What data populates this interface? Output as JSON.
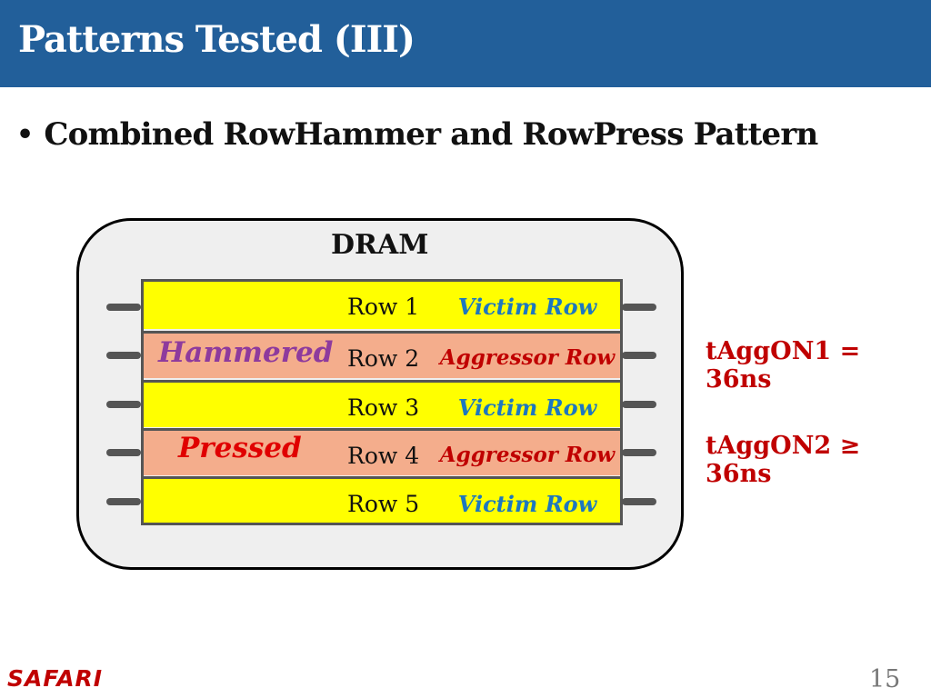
{
  "slide": {
    "title": "Patterns Tested (III)",
    "bullet": "Combined RowHammer and RowPress Pattern",
    "page_number": "15"
  },
  "diagram": {
    "container_label": "DRAM",
    "rows": [
      {
        "label": "Row 1",
        "role": "Victim Row",
        "kind": "victim"
      },
      {
        "label": "Row 2",
        "role": "Aggressor Row",
        "kind": "aggressor",
        "side_label": "Hammered",
        "timing": "tAggON1 = 36ns"
      },
      {
        "label": "Row 3",
        "role": "Victim Row",
        "kind": "victim"
      },
      {
        "label": "Row 4",
        "role": "Aggressor Row",
        "kind": "aggressor",
        "side_label": "Pressed",
        "timing": "tAggON2 ≥ 36ns"
      },
      {
        "label": "Row 5",
        "role": "Victim Row",
        "kind": "victim"
      }
    ]
  },
  "footer": {
    "logo_text": "SAFARI"
  },
  "colors": {
    "title_bar": "#225f9a",
    "victim_fill": "#ffff00",
    "aggressor_fill": "#f4ad8c",
    "victim_text": "#1d77bf",
    "aggressor_text": "#c00000",
    "hammered_text": "#8e3a9d",
    "pressed_text": "#e00000",
    "timing_text": "#c00000"
  }
}
